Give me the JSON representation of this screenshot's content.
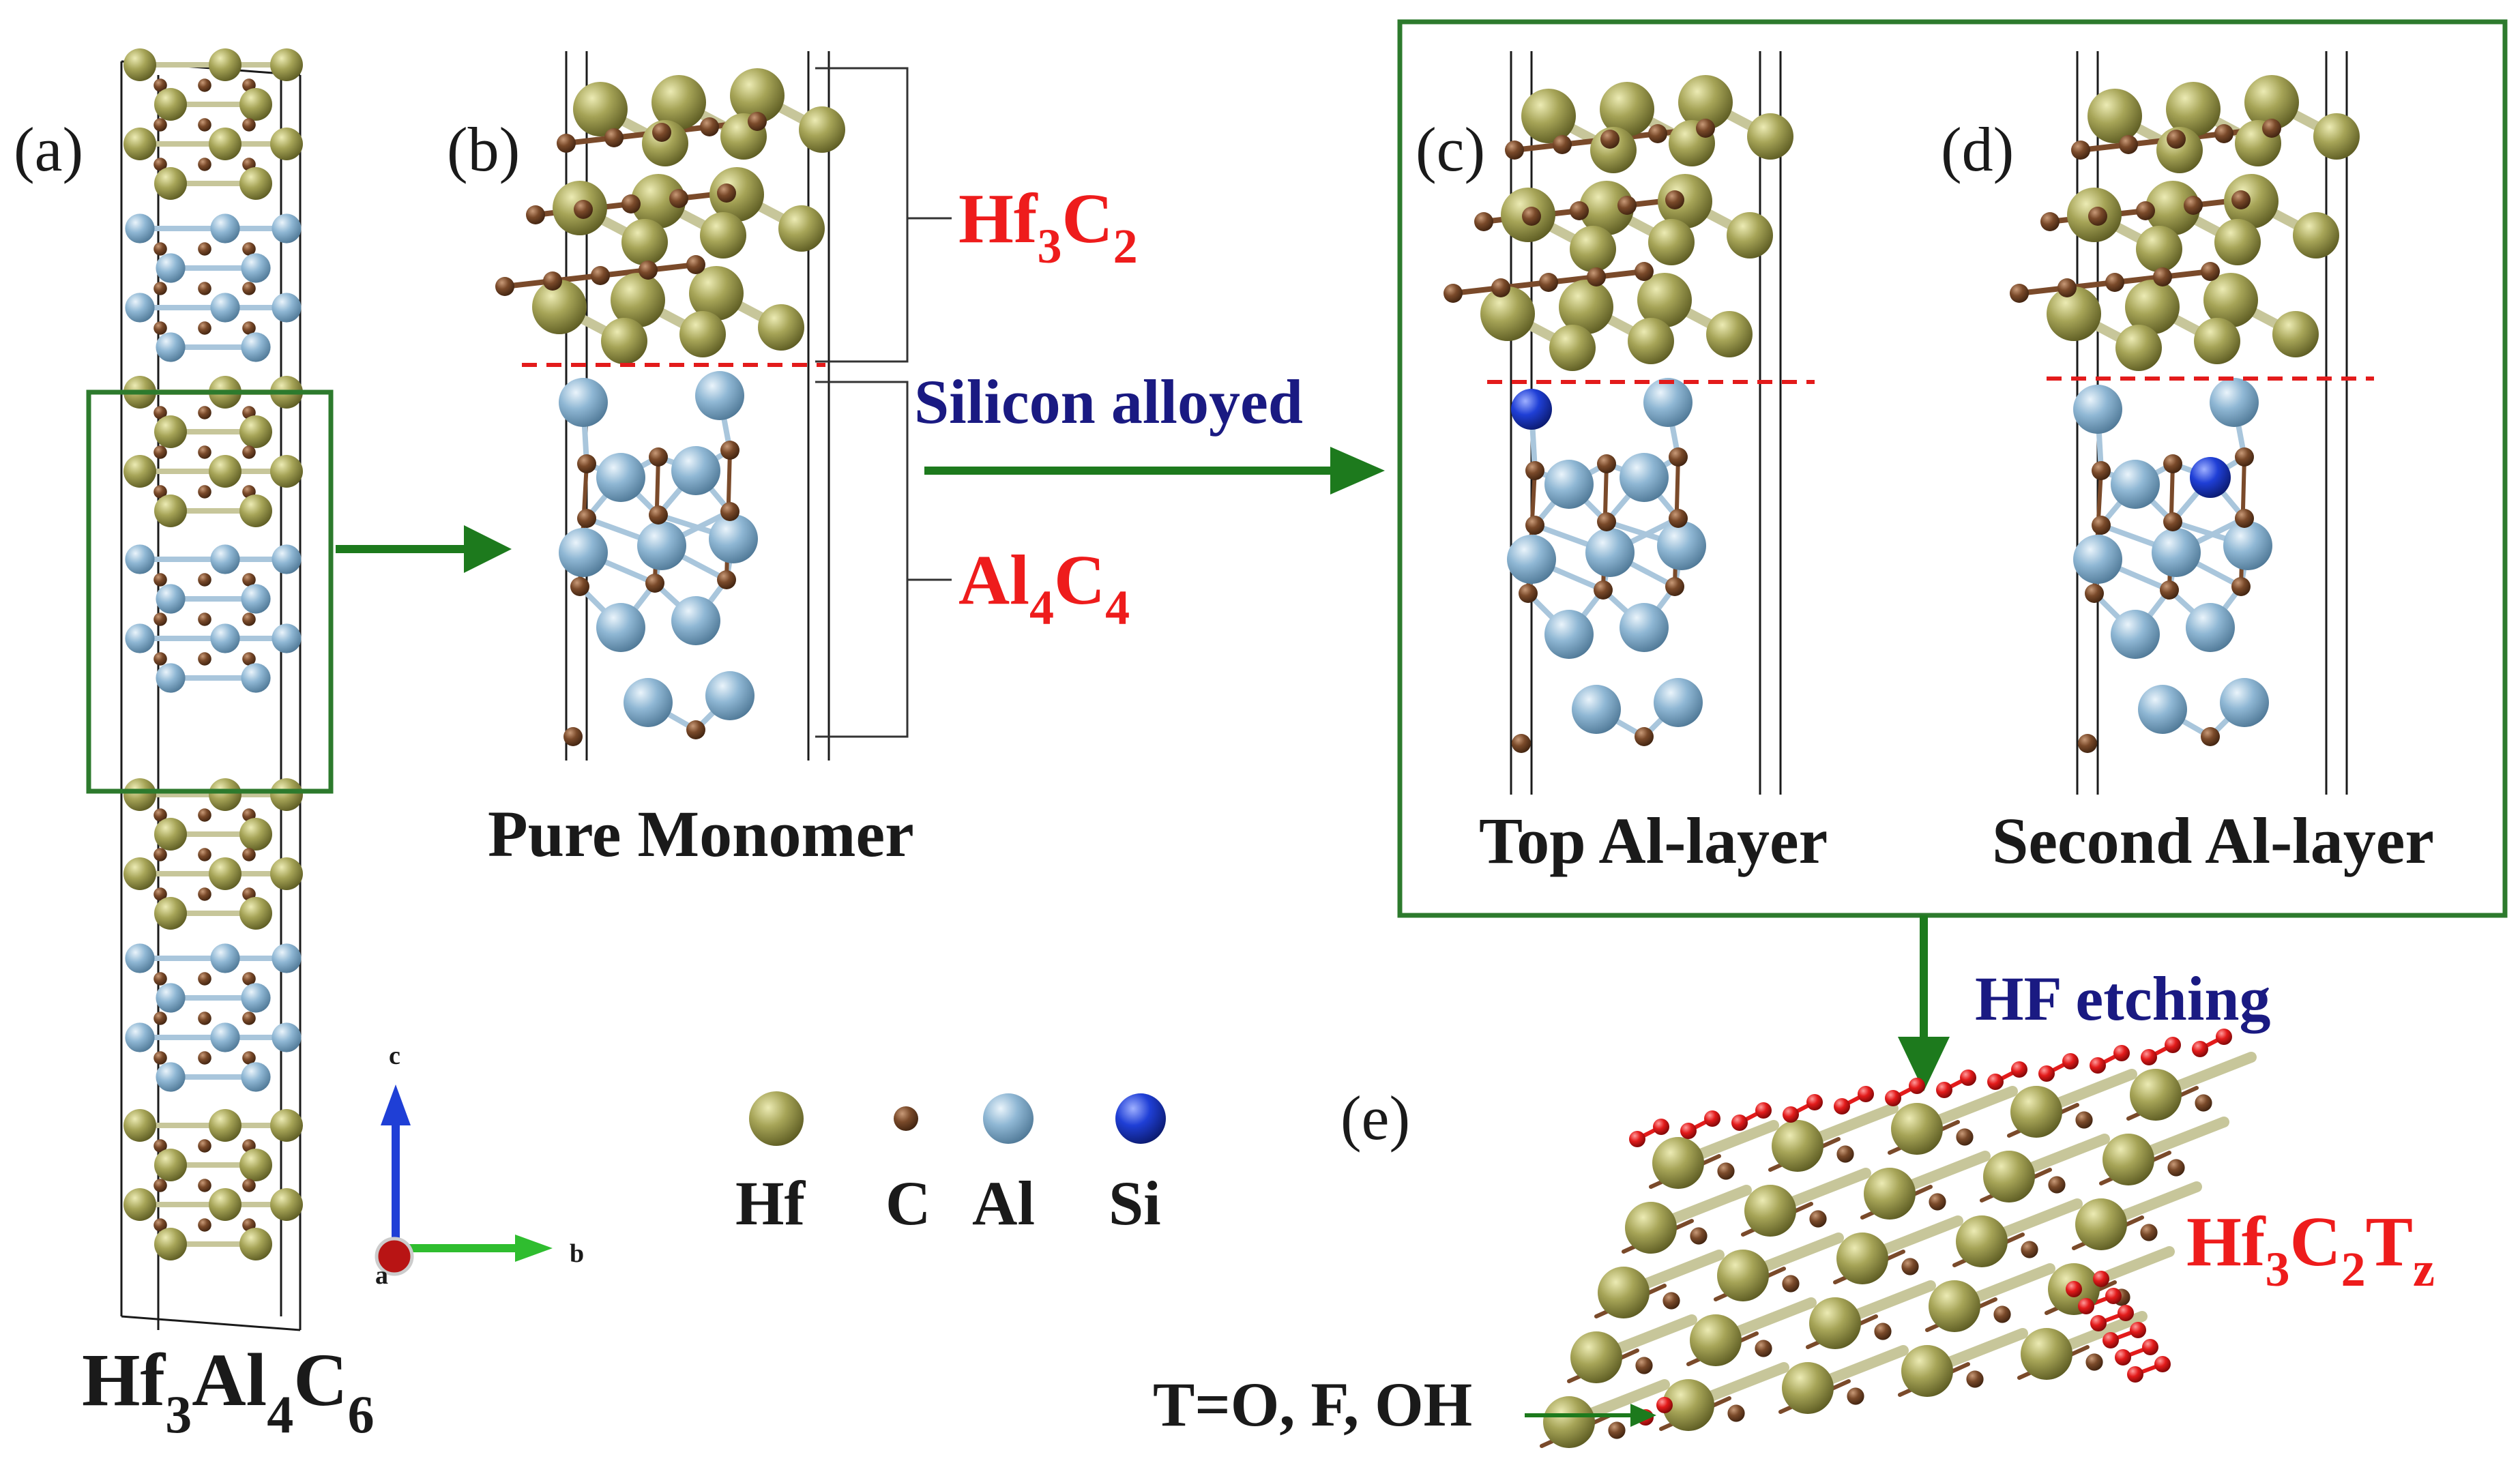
{
  "panels": {
    "a": {
      "label": "(a)"
    },
    "b": {
      "label": "(b)",
      "caption": "Pure Monomer"
    },
    "c": {
      "label": "(c)",
      "caption": "Top Al-layer"
    },
    "d": {
      "label": "(d)",
      "caption": "Second Al-layer"
    },
    "e": {
      "label": "(e)"
    }
  },
  "formulas": {
    "bulk": {
      "parts": [
        "Hf",
        "3",
        "Al",
        "4",
        "C",
        "6"
      ]
    },
    "hf_layer": {
      "parts": [
        "Hf",
        "3",
        "C",
        "2"
      ]
    },
    "al_layer": {
      "parts": [
        "Al",
        "4",
        "C",
        "4"
      ]
    },
    "mxene": {
      "parts": [
        "Hf",
        "3",
        "C",
        "2",
        "T",
        "z"
      ]
    }
  },
  "process": {
    "alloy": "Silicon alloyed",
    "etch": "HF etching",
    "termination": "T=O, F, OH"
  },
  "axes": {
    "c": "c",
    "b": "b",
    "a": "a"
  },
  "legend": [
    {
      "label": "Hf",
      "color": "#a6a457"
    },
    {
      "label": "C",
      "color": "#7a4a2a"
    },
    {
      "label": "Al",
      "color": "#8fb7d4"
    },
    {
      "label": "Si",
      "color": "#1f3fd6"
    }
  ],
  "colors": {
    "Hf": "#a6a457",
    "C": "#7a4a2a",
    "Al": "#8fb7d4",
    "Si": "#1f3fd6",
    "T": "#e31b1b",
    "arrow": "#1d7a1d",
    "frame": "#2d7a2d",
    "boundary": "#e31b1b"
  }
}
